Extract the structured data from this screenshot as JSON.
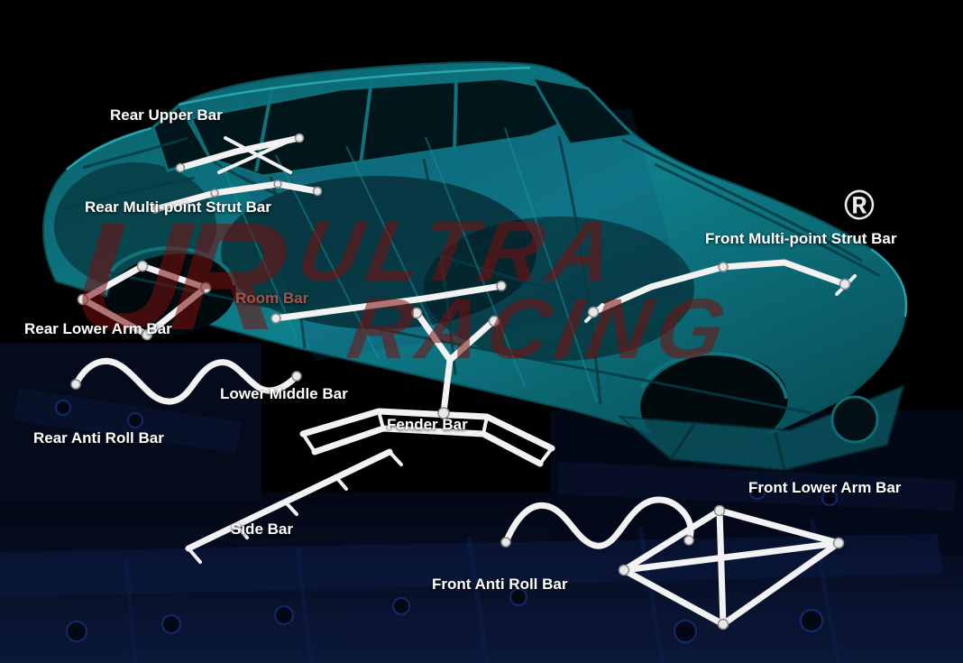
{
  "registered_mark": "®",
  "watermark": {
    "monogram": "UR",
    "line1": "ULTRA",
    "line2": "RACING"
  },
  "labels": {
    "rear_upper_bar": "Rear Upper Bar",
    "rear_multi_point_strut_bar": "Rear Multi-point Strut Bar",
    "room_bar": "Room Bar",
    "rear_lower_arm_bar": "Rear Lower Arm Bar",
    "lower_middle_bar": "Lower Middle Bar",
    "rear_anti_roll_bar": "Rear Anti Roll Bar",
    "fender_bar": "Fender Bar",
    "side_bar": "Side Bar",
    "front_anti_roll_bar": "Front Anti Roll Bar",
    "front_lower_arm_bar": "Front Lower Arm Bar",
    "front_multi_point_strut_bar": "Front Multi-point Strut Bar"
  },
  "colors": {
    "background": "#000000",
    "car_teal": "#0c7580",
    "bar_white": "#f2f2f2",
    "label_white": "#ffffff",
    "room_bar_label": "#a8524a",
    "watermark_red": "#7a0e0e",
    "floor_navy": "#0a1538"
  }
}
